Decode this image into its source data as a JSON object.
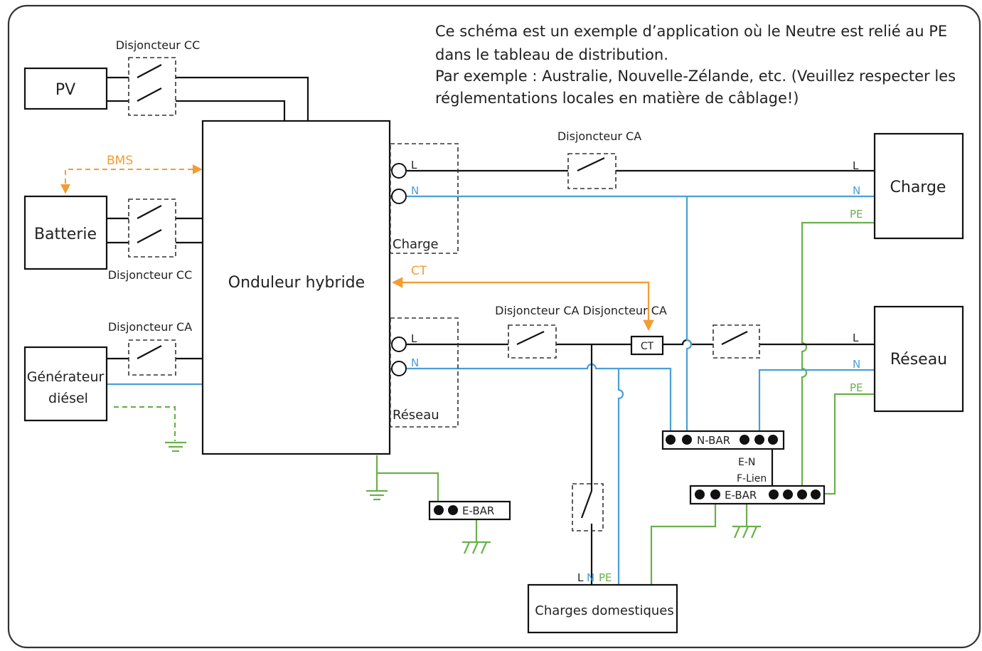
{
  "note": {
    "lines": [
      "Ce schéma est un exemple d’application où le Neutre est relié au PE",
      "dans le tableau de distribution.",
      "Par exemple : Australie, Nouvelle-Zélande, etc. (Veuillez respecter les",
      "réglementations locales en matière de câblage!)"
    ]
  },
  "devices": {
    "pv": "PV",
    "battery": "Batterie",
    "generator_line1": "Générateur",
    "generator_line2": "diésel",
    "inverter": "Onduleur hybride",
    "load": "Charge",
    "grid": "Réseau",
    "home_loads": "Charges domestiques"
  },
  "breakers": {
    "dc_pv": "Disjoncteur CC",
    "dc_battery": "Disjoncteur CC",
    "ac_generator": "Disjoncteur CA",
    "ac_load": "Disjoncteur CA",
    "ac_grid_pair": "Disjoncteur CA Disjoncteur CA"
  },
  "ports": {
    "load_group": "Charge",
    "grid_group": "Réseau",
    "L": "L",
    "N": "N",
    "PE": "PE"
  },
  "signals": {
    "bms": "BMS",
    "ct": "CT",
    "ct_box": "CT"
  },
  "bars": {
    "n_bar": "N-BAR",
    "e_bar_main": "E-BAR",
    "e_bar_inverter": "E-BAR",
    "link_line1": "E-N",
    "link_line2": "F-Lien"
  },
  "colors": {
    "line_live": "#111111",
    "line_neutral": "#4a9fd4",
    "line_earth": "#6ab04c",
    "signal": "#f39c32"
  }
}
